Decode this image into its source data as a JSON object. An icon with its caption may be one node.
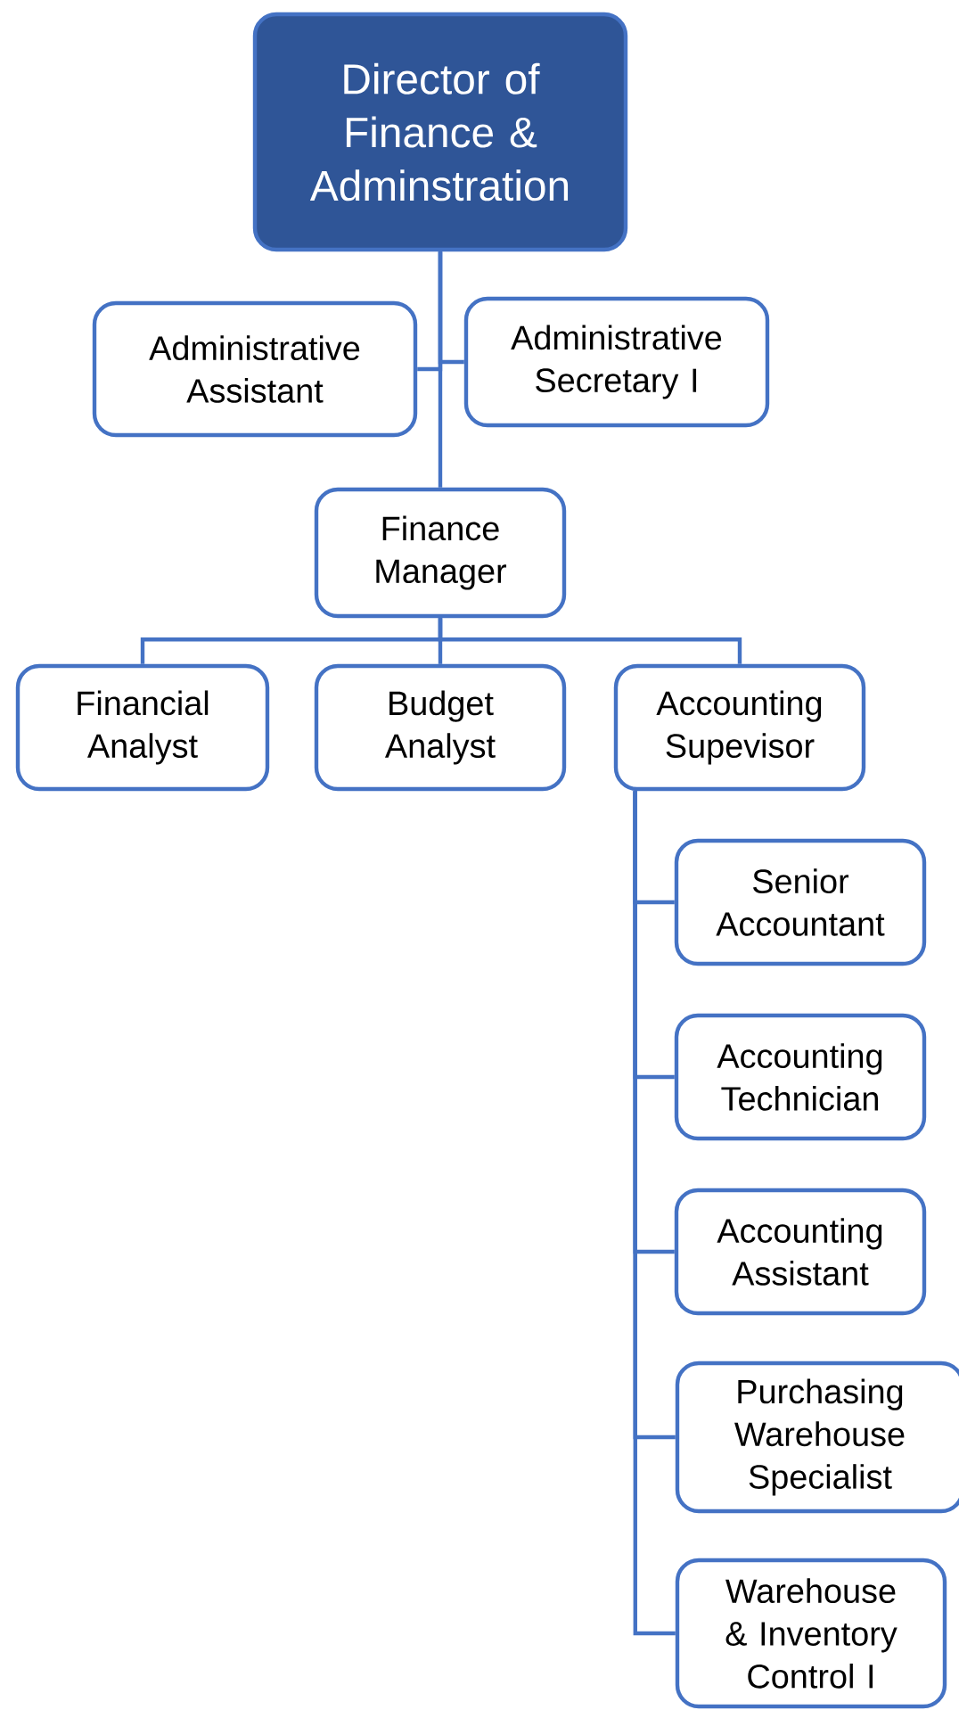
{
  "diagram": {
    "nodes": [
      {
        "text": [
          "Director of Finance & Adminstration"
        ]
      },
      {
        "text": [
          "Administrative Assistant"
        ]
      },
      {
        "text": [
          "Administrative Secretary I"
        ]
      },
      {
        "text": [
          "Finance Manager"
        ]
      },
      {
        "text": [
          "Financial Analyst"
        ]
      },
      {
        "text": [
          "Budget Analyst"
        ]
      },
      {
        "text": [
          "Accounting Supevisor"
        ]
      },
      {
        "text": [
          "Senior Accountant"
        ]
      },
      {
        "text": [
          "Accounting Technician"
        ]
      },
      {
        "text": [
          "Accounting Assistant"
        ]
      },
      {
        "text": [
          "Purchasing Warehouse Specialist"
        ]
      },
      {
        "text": [
          "Warehouse & Inventory Control I"
        ]
      }
    ],
    "edges": [
      {
        "from": 0,
        "to": 1,
        "arrow": "none"
      },
      {
        "from": 0,
        "to": 2,
        "arrow": "none"
      },
      {
        "from": 0,
        "to": 3,
        "arrow": "none"
      },
      {
        "from": 3,
        "to": 4,
        "arrow": "none"
      },
      {
        "from": 3,
        "to": 5,
        "arrow": "none"
      },
      {
        "from": 3,
        "to": 6,
        "arrow": "none"
      },
      {
        "from": 6,
        "to": 7,
        "arrow": "none"
      },
      {
        "from": 6,
        "to": 8,
        "arrow": "none"
      },
      {
        "from": 6,
        "to": 9,
        "arrow": "none"
      },
      {
        "from": 6,
        "to": 10,
        "arrow": "none"
      },
      {
        "from": 6,
        "to": 11,
        "arrow": "none"
      }
    ]
  }
}
